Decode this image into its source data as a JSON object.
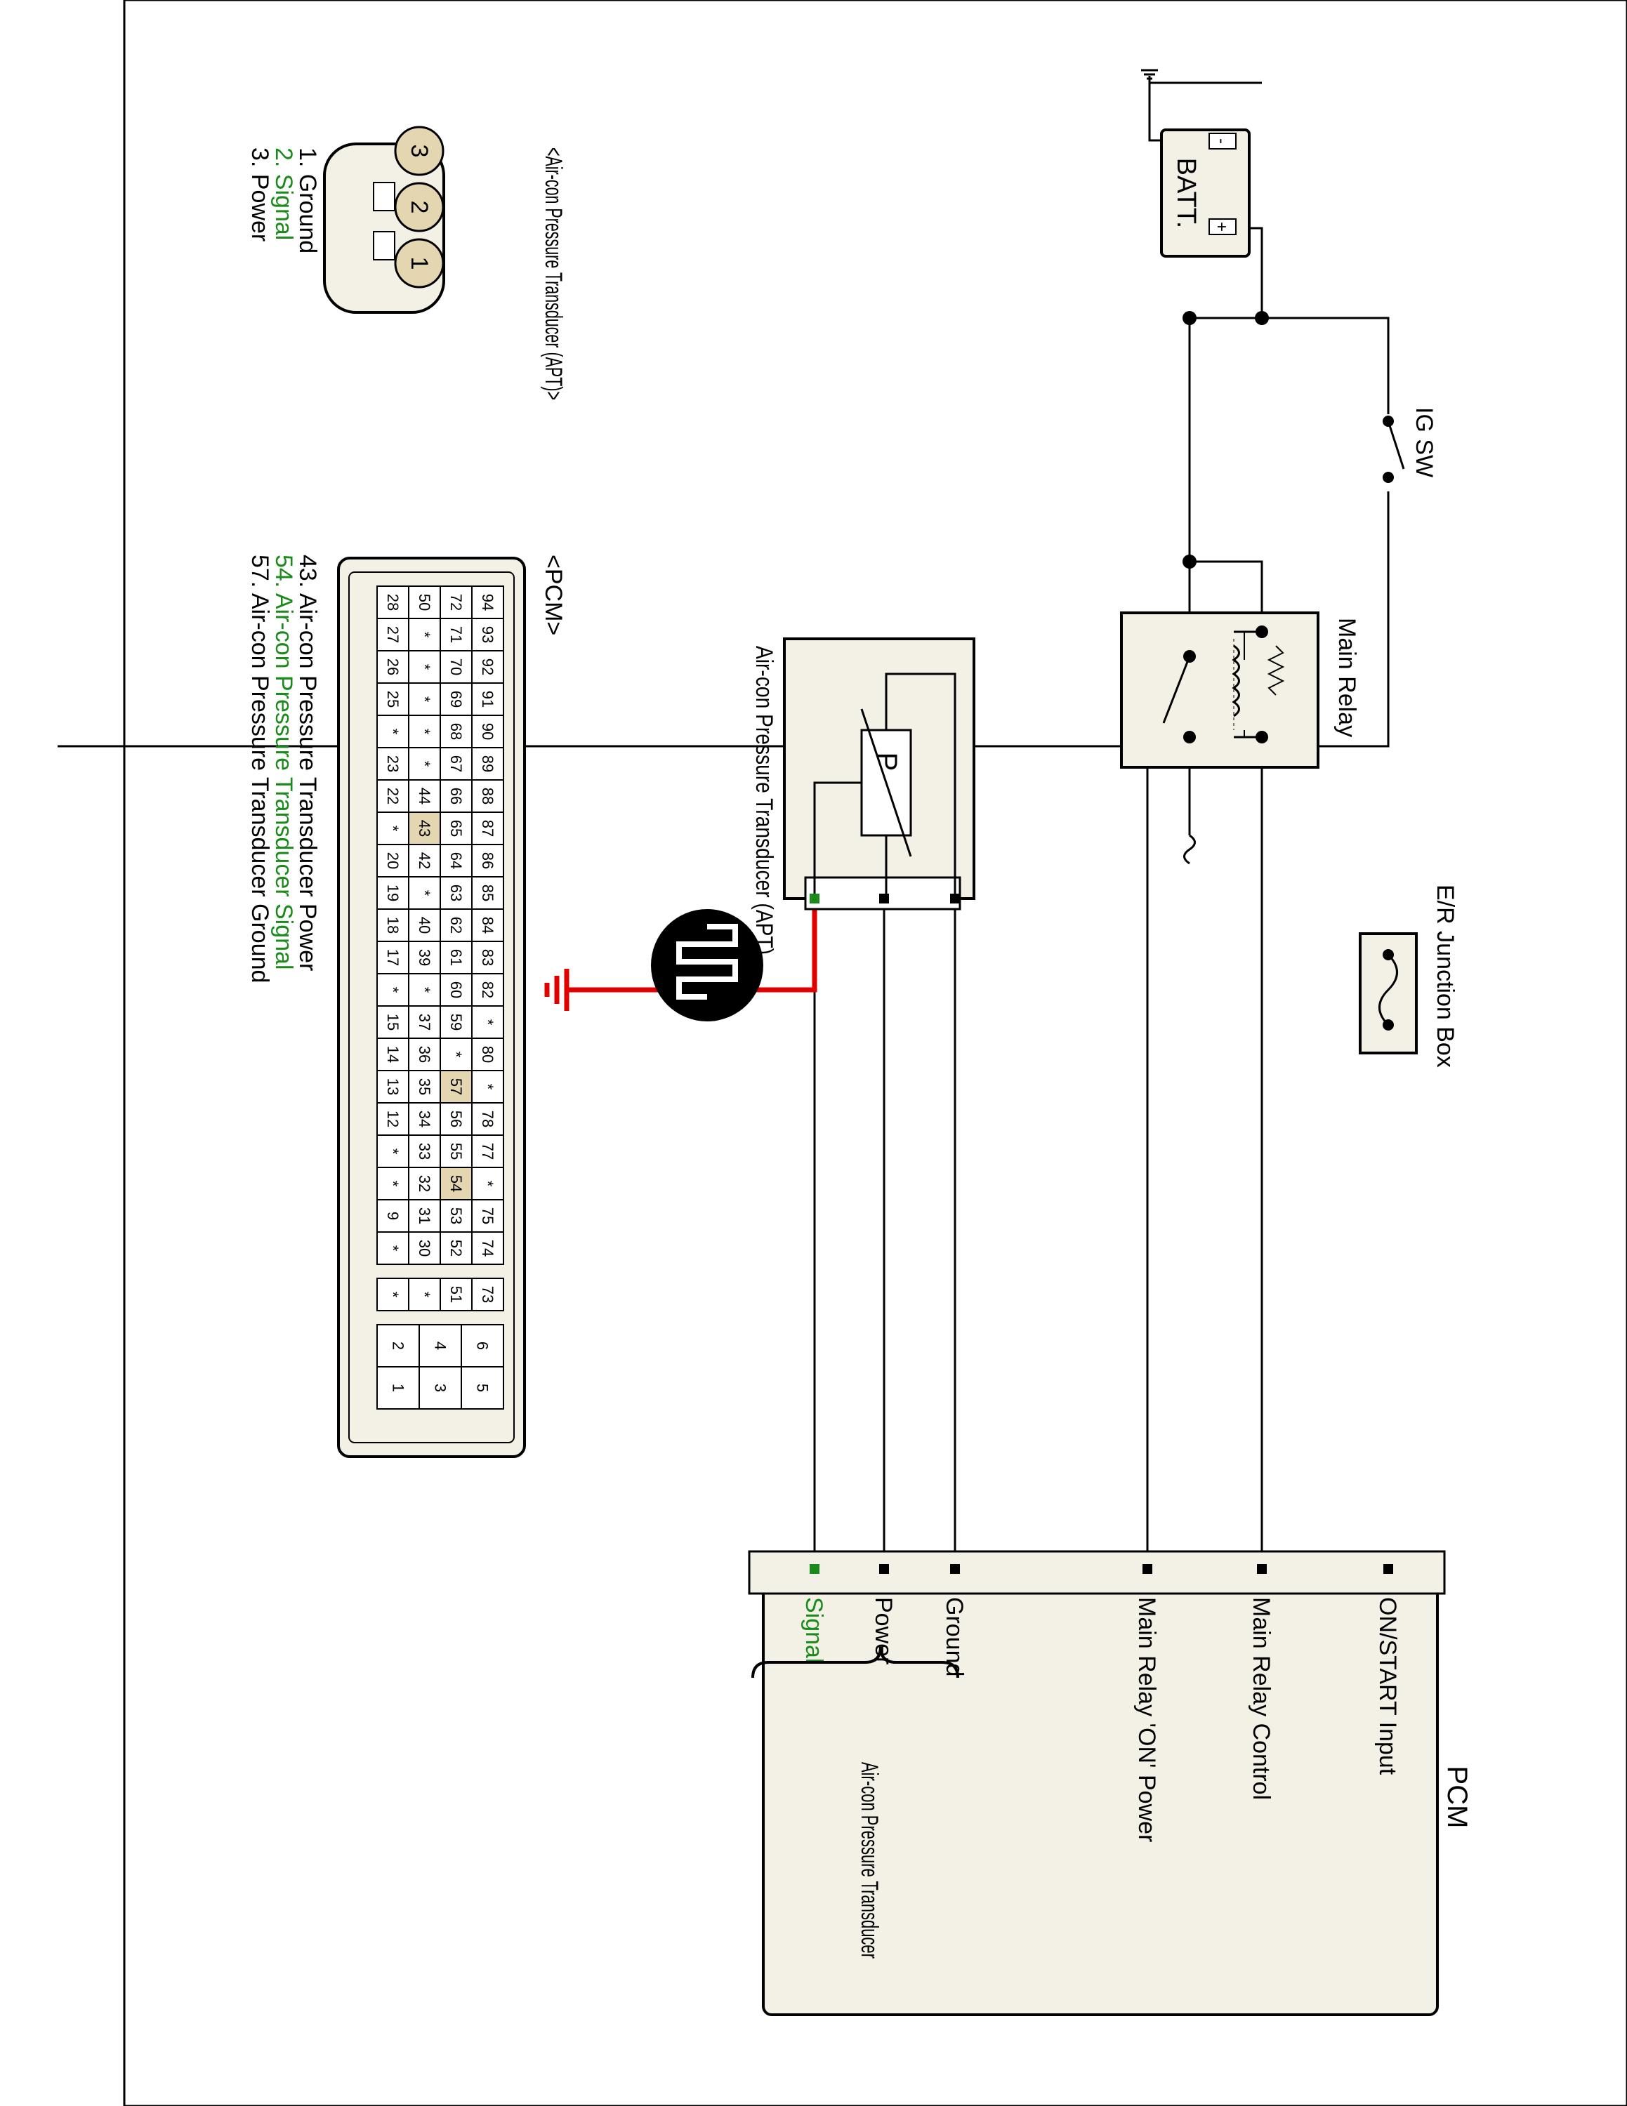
{
  "components": {
    "battery": "BATT.",
    "battery_neg": "-",
    "battery_pos": "+",
    "ig_switch": "IG SW",
    "main_relay": "Main Relay",
    "junction_box": "E/R Junction Box",
    "sensor": "Air-con Pressure Transducer (APT)",
    "sensor_symbol": "P",
    "pcm": "PCM"
  },
  "pcm_pins": [
    {
      "label": "ON/START Input",
      "color": "#000000"
    },
    {
      "label": "Main Relay Control",
      "color": "#000000"
    },
    {
      "label": "Main Relay 'ON' Power",
      "color": "#000000"
    },
    {
      "label": "Ground",
      "color": "#000000"
    },
    {
      "label": "Power",
      "color": "#000000"
    },
    {
      "label": "Signal",
      "color": "#1a8a1a"
    }
  ],
  "pcm_group_label": "Air-con Pressure Transducer",
  "apt_connector": {
    "title": "<Air-con Pressure Transducer (APT)>",
    "pins": [
      "1",
      "2",
      "3"
    ],
    "legend": [
      {
        "text": "1. Ground",
        "color": "#000000"
      },
      {
        "text": "2. Signal",
        "color": "#1a8a1a"
      },
      {
        "text": "3. Power",
        "color": "#000000"
      }
    ]
  },
  "pcm_connector": {
    "title": "<PCM>",
    "rows": [
      [
        "94",
        "93",
        "92",
        "91",
        "90",
        "89",
        "88",
        "87",
        "86",
        "85",
        "84",
        "83",
        "82",
        "*",
        "80",
        "*",
        "78",
        "77",
        "*",
        "75",
        "74"
      ],
      [
        "72",
        "71",
        "70",
        "69",
        "68",
        "67",
        "66",
        "65",
        "64",
        "63",
        "62",
        "61",
        "60",
        "59",
        "*",
        "57",
        "56",
        "55",
        "54",
        "53",
        "52"
      ],
      [
        "50",
        "*",
        "*",
        "*",
        "*",
        "*",
        "44",
        "43",
        "42",
        "*",
        "40",
        "39",
        "*",
        "37",
        "36",
        "35",
        "34",
        "33",
        "32",
        "31",
        "30"
      ],
      [
        "28",
        "27",
        "26",
        "25",
        "*",
        "23",
        "22",
        "*",
        "20",
        "19",
        "18",
        "17",
        "*",
        "15",
        "14",
        "13",
        "12",
        "*",
        "*",
        "9",
        "*"
      ]
    ],
    "side_column": [
      "73",
      "51",
      "*",
      "*"
    ],
    "end_block": [
      [
        "6",
        "5"
      ],
      [
        "4",
        "3"
      ],
      [
        "2",
        "1"
      ]
    ],
    "highlighted": [
      "43",
      "57",
      "54"
    ],
    "legend": [
      {
        "text": "43. Air-con Pressure Transducer Power",
        "color": "#000000"
      },
      {
        "text": "54. Air-con Pressure Transducer Signal",
        "color": "#1a8a1a"
      },
      {
        "text": "57. Air-con Pressure Transducer Ground",
        "color": "#000000"
      }
    ]
  },
  "colors": {
    "signal_highlight": "#e00000",
    "signal_text": "#1a8a1a",
    "component_fill": "#f3f0e6",
    "pin_highlight": "#e3d6b0"
  }
}
